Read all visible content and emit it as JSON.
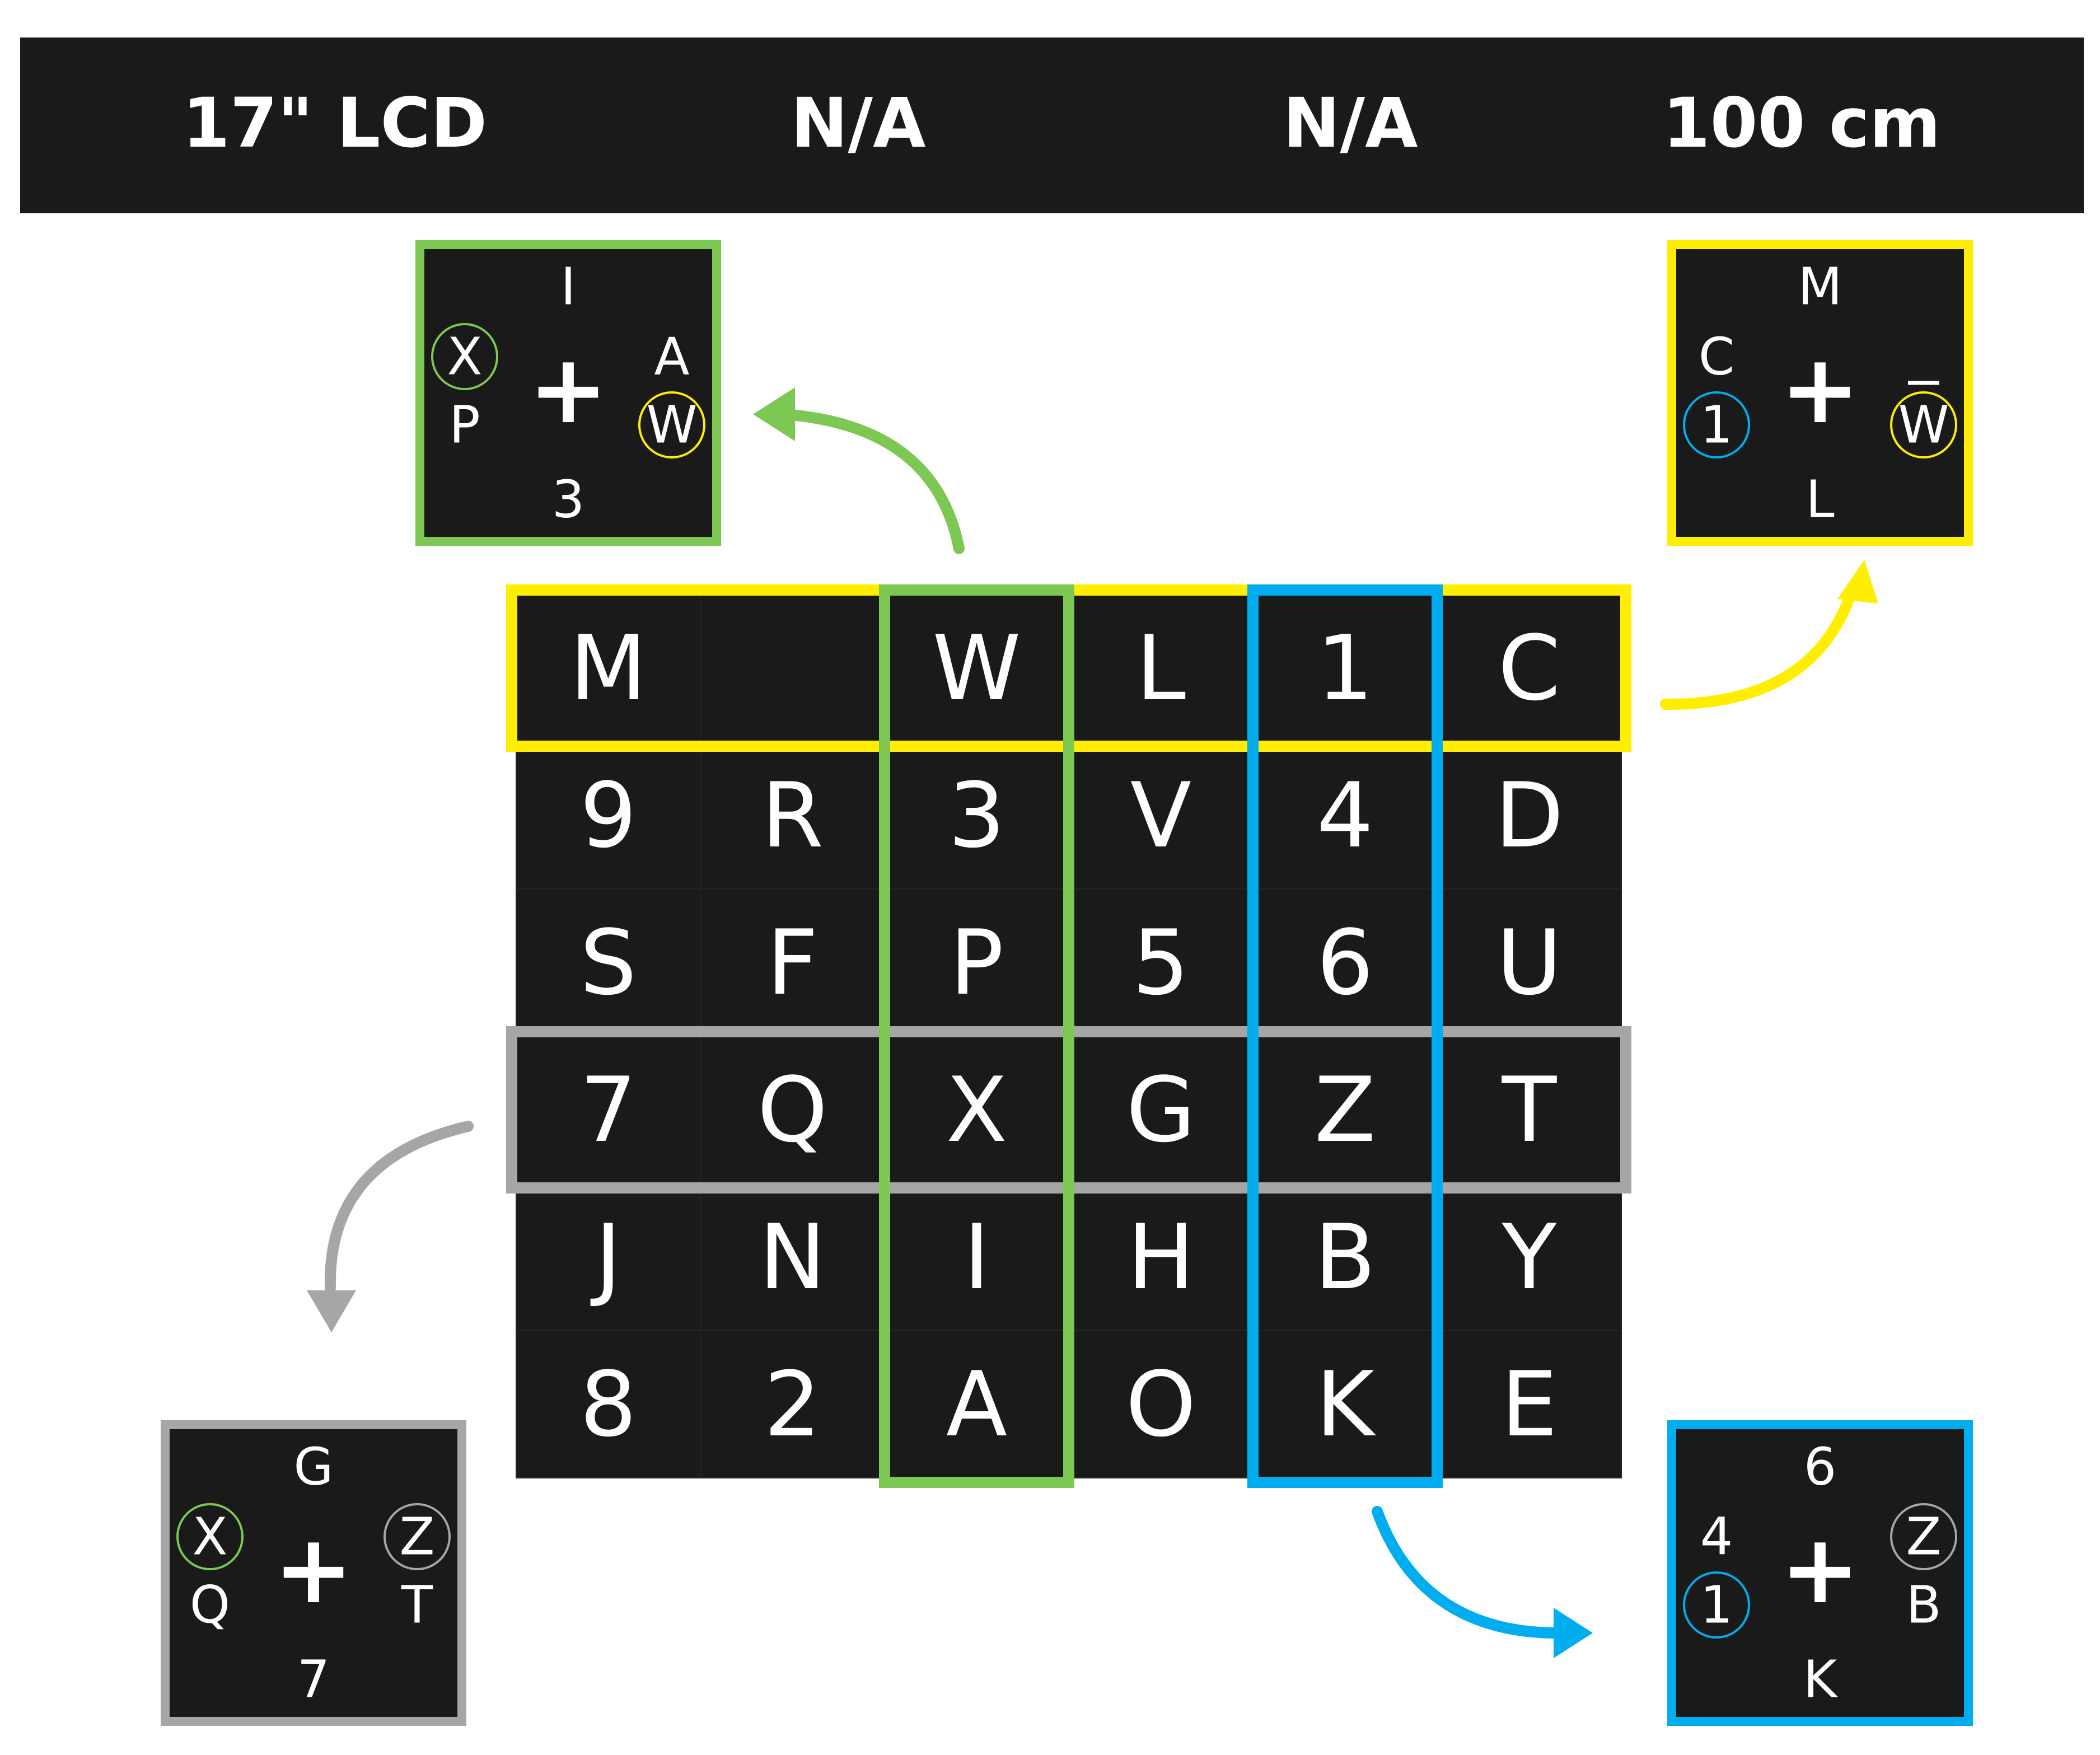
{
  "header": {
    "items": [
      "17\" LCD",
      "N/A",
      "N/A",
      "100 cm"
    ],
    "background": "#1a1a1a"
  },
  "grid": {
    "rows": [
      [
        "M",
        "_",
        "W",
        "L",
        "1",
        "C"
      ],
      [
        "9",
        "R",
        "3",
        "V",
        "4",
        "D"
      ],
      [
        "S",
        "F",
        "P",
        "5",
        "6",
        "U"
      ],
      [
        "7",
        "Q",
        "X",
        "G",
        "Z",
        "T"
      ],
      [
        "J",
        "N",
        "I",
        "H",
        "B",
        "Y"
      ],
      [
        "8",
        "2",
        "A",
        "O",
        "K",
        "E"
      ]
    ],
    "cell_color": "#1a1a1a"
  },
  "highlights": [
    {
      "kind": "row",
      "index": 0,
      "color": "#ffee00"
    },
    {
      "kind": "row",
      "index": 3,
      "color": "#a6a6a6"
    },
    {
      "kind": "column",
      "index": 2,
      "color": "#7cc853"
    },
    {
      "kind": "column",
      "index": 4,
      "color": "#00aeef"
    }
  ],
  "detail_boxes": [
    {
      "id": "green",
      "color": "#7cc853",
      "top": "I",
      "bottom": "3",
      "left_upper": {
        "text": "X",
        "circle": "#7cc853"
      },
      "left_lower": {
        "text": "P",
        "circle": ""
      },
      "right_upper": {
        "text": "A",
        "circle": ""
      },
      "right_lower": {
        "text": "W",
        "circle": "#ffee00",
        "overline": false
      }
    },
    {
      "id": "yellow",
      "color": "#ffee00",
      "top": "M",
      "bottom": "L",
      "left_upper": {
        "text": "C",
        "circle": ""
      },
      "left_lower": {
        "text": "1",
        "circle": "#00aeef"
      },
      "right_upper": {
        "text": "",
        "circle": ""
      },
      "right_lower": {
        "text": "W",
        "circle": "#ffee00",
        "overline": true
      }
    },
    {
      "id": "gray",
      "color": "#a6a6a6",
      "top": "G",
      "bottom": "7",
      "left_upper": {
        "text": "X",
        "circle": "#7cc853"
      },
      "left_lower": {
        "text": "Q",
        "circle": ""
      },
      "right_upper": {
        "text": "Z",
        "circle": "#a6a6a6"
      },
      "right_lower": {
        "text": "T",
        "circle": "",
        "overline": false
      }
    },
    {
      "id": "blue",
      "color": "#00aeef",
      "top": "6",
      "bottom": "K",
      "left_upper": {
        "text": "4",
        "circle": ""
      },
      "left_lower": {
        "text": "1",
        "circle": "#00aeef"
      },
      "right_upper": {
        "text": "Z",
        "circle": "#a6a6a6"
      },
      "right_lower": {
        "text": "B",
        "circle": "",
        "overline": false
      }
    }
  ],
  "center_symbol": "+"
}
